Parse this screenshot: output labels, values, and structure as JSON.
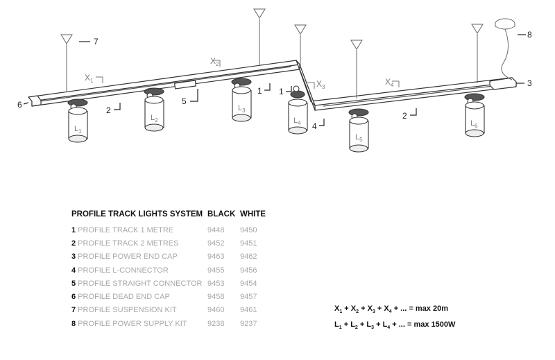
{
  "diagram": {
    "callouts": [
      {
        "id": "c7",
        "text": "7"
      },
      {
        "id": "c8",
        "text": "8"
      },
      {
        "id": "c6",
        "text": "6"
      },
      {
        "id": "c3",
        "text": "3"
      },
      {
        "id": "c2a",
        "text": "2"
      },
      {
        "id": "c2b",
        "text": "2"
      },
      {
        "id": "c5",
        "text": "5"
      },
      {
        "id": "c1a",
        "text": "1"
      },
      {
        "id": "c1b",
        "text": "1"
      },
      {
        "id": "c4",
        "text": "4"
      }
    ],
    "dimensions": [
      {
        "letter": "X",
        "index": "1"
      },
      {
        "letter": "X",
        "index": "2"
      },
      {
        "letter": "X",
        "index": "3"
      },
      {
        "letter": "X",
        "index": "4"
      }
    ],
    "lamps": [
      {
        "letter": "L",
        "index": "1"
      },
      {
        "letter": "L",
        "index": "2"
      },
      {
        "letter": "L",
        "index": "3"
      },
      {
        "letter": "L",
        "index": "4"
      },
      {
        "letter": "L",
        "index": "5"
      },
      {
        "letter": "L",
        "index": "6"
      }
    ]
  },
  "table": {
    "headers": {
      "name": "PROFILE TRACK LIGHTS SYSTEM",
      "black": "BLACK",
      "white": "WHITE"
    },
    "rows": [
      {
        "num": "1",
        "name": " PROFILE TRACK 1 METRE",
        "black": "9448",
        "white": "9450"
      },
      {
        "num": "2",
        "name": " PROFILE TRACK 2 METRES",
        "black": "9452",
        "white": "9451"
      },
      {
        "num": "3",
        "name": " PROFILE POWER END CAP",
        "black": "9463",
        "white": "9462"
      },
      {
        "num": "4",
        "name": " PROFILE L-CONNECTOR",
        "black": "9455",
        "white": "9456"
      },
      {
        "num": "5",
        "name": " PROFILE STRAIGHT CONNECTOR",
        "black": "9453",
        "white": "9454"
      },
      {
        "num": "6",
        "name": " PROFILE DEAD END CAP",
        "black": "9458",
        "white": "9457"
      },
      {
        "num": "7",
        "name": " PROFILE SUSPENSION KIT",
        "black": "9460",
        "white": "9461"
      },
      {
        "num": "8",
        "name": " PROFILE POWER SUPPLY KIT",
        "black": "9238",
        "white": "9237"
      }
    ]
  },
  "formulas": {
    "x": {
      "terms": [
        "1",
        "2",
        "3",
        "4"
      ],
      "letter": "X",
      "tail": " + ... = max 20m"
    },
    "l": {
      "terms": [
        "1",
        "2",
        "3",
        "4"
      ],
      "letter": "L",
      "tail": " + ... = max 1500W"
    }
  }
}
